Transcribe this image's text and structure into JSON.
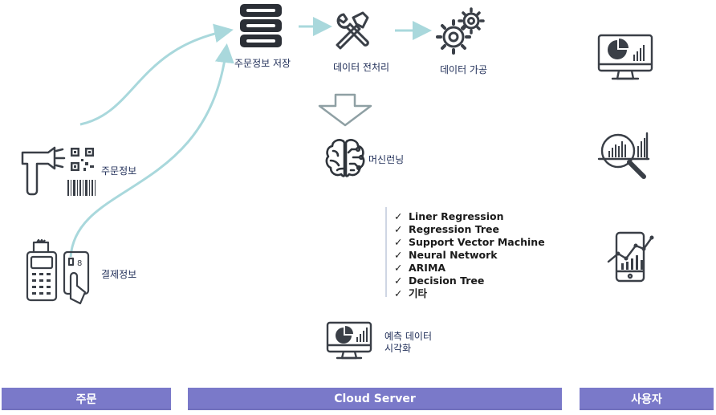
{
  "labels": {
    "db": "주문정보 저장",
    "preprocess": "데이터 전처리",
    "processing": "데이터 가공",
    "order_info": "주문정보",
    "payment_info": "결제정보",
    "ml": "머신런닝",
    "viz_line1": "예측 데이터",
    "viz_line2": "시각화"
  },
  "algorithms": [
    "Liner Regression",
    "Regression  Tree",
    "Support  Vector Machine",
    "Neural  Network",
    "ARIMA",
    "Decision  Tree",
    "기타"
  ],
  "check_mark": "✓",
  "sections": {
    "order": "주문",
    "cloud": "Cloud Server",
    "user": "사용자"
  },
  "colors": {
    "bar": "#7a79c9",
    "arrow": "#a9d8dc",
    "icon": "#3a3f47",
    "down_arrow": "#8fa0a4"
  }
}
